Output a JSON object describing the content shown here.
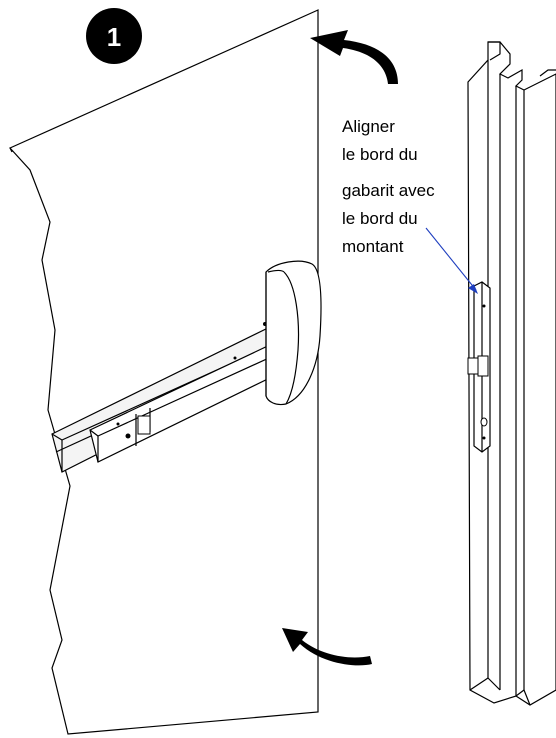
{
  "step": {
    "number": "1"
  },
  "callout": {
    "lines": [
      "Aligner",
      "le bord du",
      "gabarit avec",
      "le bord du",
      "montant"
    ]
  },
  "colors": {
    "line": "#000000",
    "leader_arrow": "#1f3fbf",
    "step_badge": "#000000"
  },
  "icons": {
    "top_arrow": "curved-arrow-icon",
    "bottom_arrow": "curved-arrow-icon"
  }
}
